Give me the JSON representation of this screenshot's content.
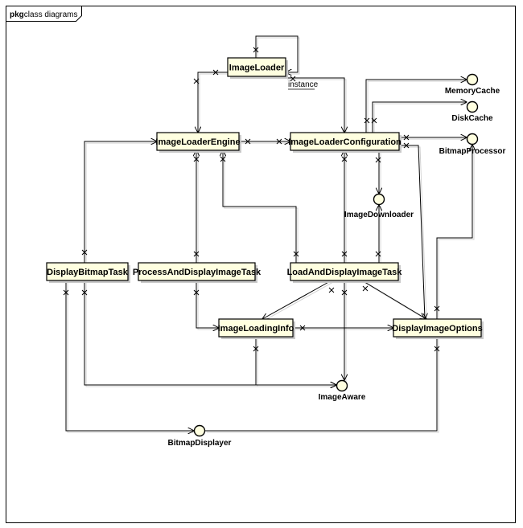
{
  "frame": {
    "keyword": "pkg",
    "name": "class diagrams"
  },
  "classes": [
    {
      "key": "loader",
      "label": "ImageLoader"
    },
    {
      "key": "engine",
      "label": "ImageLoaderEngine"
    },
    {
      "key": "config",
      "label": "ImageLoaderConfiguration"
    },
    {
      "key": "displaybitmap",
      "label": "DisplayBitmapTask"
    },
    {
      "key": "processdisplay",
      "label": "ProcessAndDisplayImageTask"
    },
    {
      "key": "loaddisplay",
      "label": "LoadAndDisplayImageTask"
    },
    {
      "key": "loadinginfo",
      "label": "ImageLoadingInfo"
    },
    {
      "key": "options",
      "label": "DisplayImageOptions"
    }
  ],
  "interfaces": [
    {
      "key": "memorycache",
      "label": "MemoryCache"
    },
    {
      "key": "diskcache",
      "label": "DiskCache"
    },
    {
      "key": "bitmapprocessor",
      "label": "BitmapProcessor"
    },
    {
      "key": "downloader",
      "label": "ImageDownloader"
    },
    {
      "key": "imageaware",
      "label": "ImageAware"
    },
    {
      "key": "bitmapdisplayer",
      "label": "BitmapDisplayer"
    }
  ],
  "roles": {
    "instance": "instance"
  }
}
